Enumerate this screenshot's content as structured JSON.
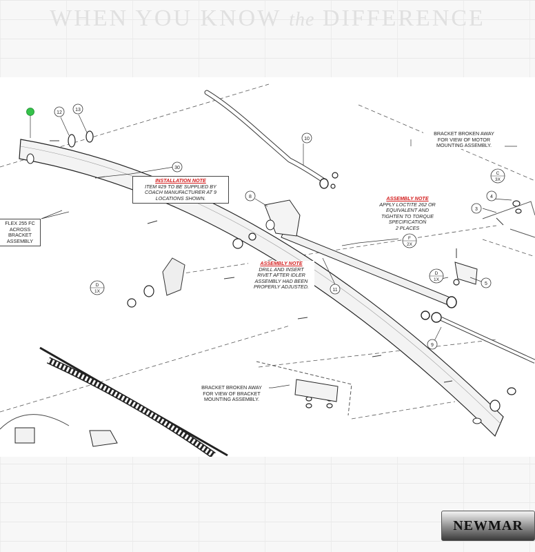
{
  "banner": {
    "pre": "WHEN YOU KNOW",
    "the": "the",
    "post": "DIFFERENCE"
  },
  "notes": {
    "installation": {
      "heading": "INSTALLATION NOTE",
      "l1": "ITEM #29 TO BE SUPPLIED BY",
      "l2": "COACH MANUFACTURER AT 9",
      "l3": "LOCATIONS SHOWN."
    },
    "assembly1": {
      "heading": "ASSEMBLY NOTE",
      "l1": "APPLY LOCTITE 262 OR",
      "l2": "EQUIVALENT AND",
      "l3": "TIGHTEN TO TORQUE",
      "l4": "SPECIFICATION",
      "l5": "2 PLACES"
    },
    "assembly2": {
      "heading": "ASSEMBLY NOTE",
      "l1": "DRILL AND INSERT",
      "l2": "RIVET AFTER IDLER",
      "l3": "ASSEMBLY HAD BEEN",
      "l4": "PROPERLY ADJUSTED."
    },
    "motor": {
      "l1": "BRACKET BROKEN AWAY",
      "l2": "FOR VIEW OF MOTOR",
      "l3": "MOUNTING ASSEMBLY."
    },
    "bracket": {
      "l1": "BRACKET BROKEN AWAY",
      "l2": "FOR VIEW OF BRACKET",
      "l3": "MOUNTING ASSEMBLY."
    },
    "flex": {
      "l1": "FLEX 255 FC",
      "l2": "ACROSS",
      "l3": "BRACKET",
      "l4": "ASSEMBLY"
    }
  },
  "callouts": {
    "c12": "12",
    "c13": "13",
    "c30": "30",
    "c10": "10",
    "c8": "8",
    "c11": "11",
    "c3": "3",
    "c4": "4",
    "c5": "5",
    "c9": "9"
  },
  "qty": {
    "c3x": {
      "letter": "C",
      "count": "3X"
    },
    "f2x": {
      "letter": "F",
      "count": "2X"
    },
    "d1x_a": {
      "letter": "D",
      "count": "1X"
    },
    "d1x_b": {
      "letter": "D",
      "count": "1X"
    }
  },
  "logo": {
    "text": "NEWMAR"
  },
  "colors": {
    "marker": "#35c24a",
    "note_red": "#d21a1a"
  }
}
